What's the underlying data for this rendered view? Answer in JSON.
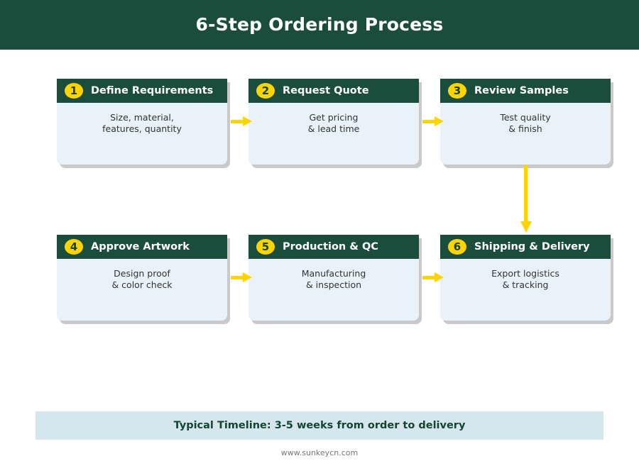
{
  "header": {
    "title": "6-Step Ordering Process",
    "background_color": "#1b4d3c",
    "text_color": "#ffffff"
  },
  "theme": {
    "dark_green": "#1b4d3c",
    "badge_yellow": "#ffd400",
    "arrow_yellow": "#ffd400",
    "card_body_blue": "#e8f2f8",
    "banner_blue": "#d6e6ef",
    "shadow_gray": "#c9c9c9"
  },
  "steps": [
    {
      "number": "1",
      "title": "Define Requirements",
      "description_line1": "Size, material,",
      "description_line2": "features, quantity"
    },
    {
      "number": "2",
      "title": "Request Quote",
      "description_line1": "Get pricing",
      "description_line2": "& lead time"
    },
    {
      "number": "3",
      "title": "Review Samples",
      "description_line1": "Test quality",
      "description_line2": "& finish"
    },
    {
      "number": "4",
      "title": "Approve Artwork",
      "description_line1": "Design proof",
      "description_line2": "& color check"
    },
    {
      "number": "5",
      "title": "Production & QC",
      "description_line1": "Manufacturing",
      "description_line2": "& inspection"
    },
    {
      "number": "6",
      "title": "Shipping & Delivery",
      "description_line1": "Export logistics",
      "description_line2": "& tracking"
    }
  ],
  "timeline": {
    "text": "Typical Timeline: 3-5 weeks from order to delivery"
  },
  "footer": {
    "text": "www.sunkeycn.com"
  }
}
